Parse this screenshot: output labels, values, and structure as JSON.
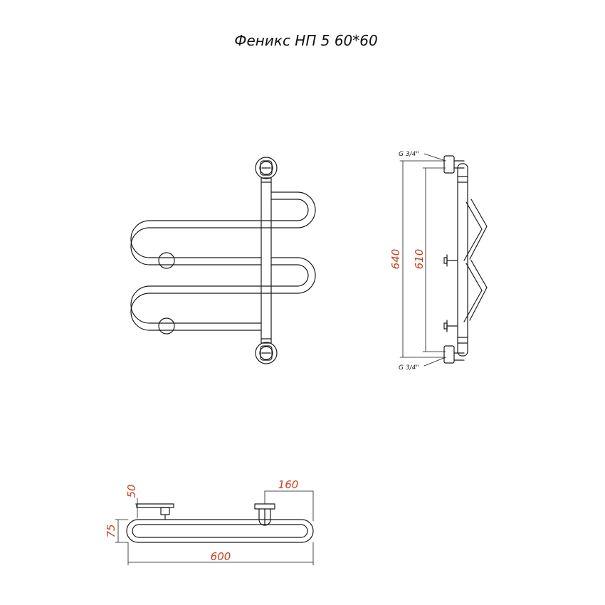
{
  "title": "Феникс НП 5 60*60",
  "colors": {
    "line": "#1a1a1a",
    "dimension": "#c8401e"
  },
  "front_view": {},
  "side_view": {
    "dim_outer": "640",
    "dim_inner": "610",
    "thread_top": "G 3/4\"",
    "thread_bottom": "G 3/4\""
  },
  "top_view": {
    "dim_width": "600",
    "dim_depth": "75",
    "dim_wall": "50",
    "dim_axis": "160"
  }
}
